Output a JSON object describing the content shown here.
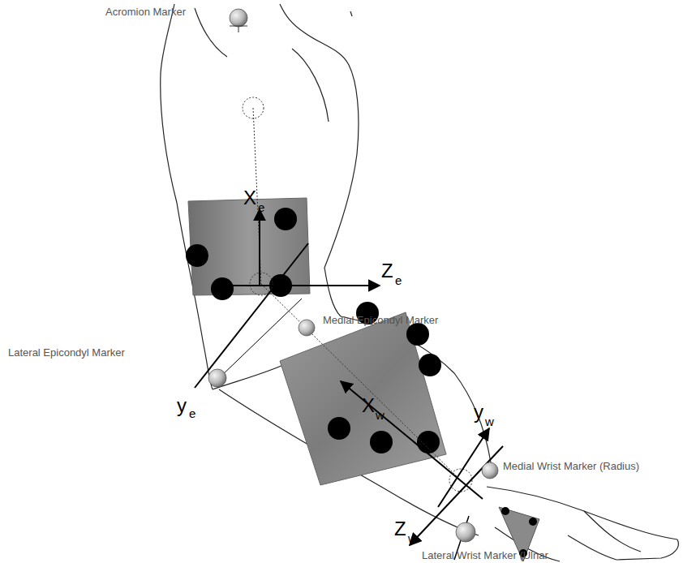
{
  "diagram": {
    "labels": [
      "Acromion Marker",
      "Medial Epicondyl Marker",
      "Lateral Epicondyl Marker",
      "Medial Wrist Marker (Radius)",
      "Lateral Wrist Marker (Ulnar",
      "X",
      "e",
      "Z",
      "e",
      "y",
      "e",
      "y",
      "w",
      "X",
      "w",
      "Z",
      "w"
    ]
  }
}
